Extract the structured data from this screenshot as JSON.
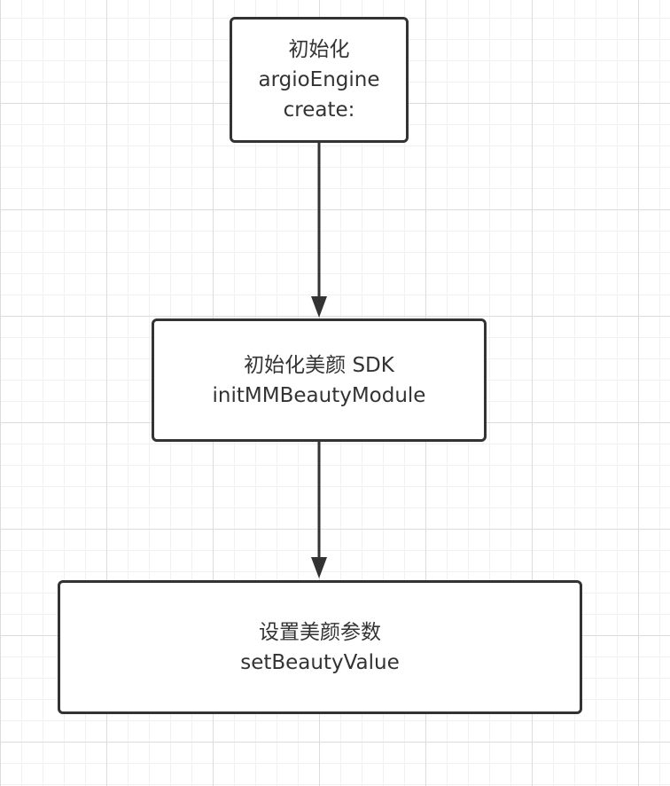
{
  "diagram": {
    "nodes": [
      {
        "id": "init-engine",
        "lines": [
          "初始化",
          "argioEngine",
          "create:"
        ]
      },
      {
        "id": "init-beauty-sdk",
        "lines": [
          "初始化美颜 SDK",
          "initMMBeautyModule"
        ]
      },
      {
        "id": "set-beauty-params",
        "lines": [
          "设置美颜参数",
          "setBeautyValue"
        ]
      }
    ],
    "edges": [
      {
        "from": "init-engine",
        "to": "init-beauty-sdk"
      },
      {
        "from": "init-beauty-sdk",
        "to": "set-beauty-params"
      }
    ],
    "colors": {
      "stroke": "#333333",
      "background": "#ffffff",
      "grid": "#dcdcdc"
    }
  }
}
